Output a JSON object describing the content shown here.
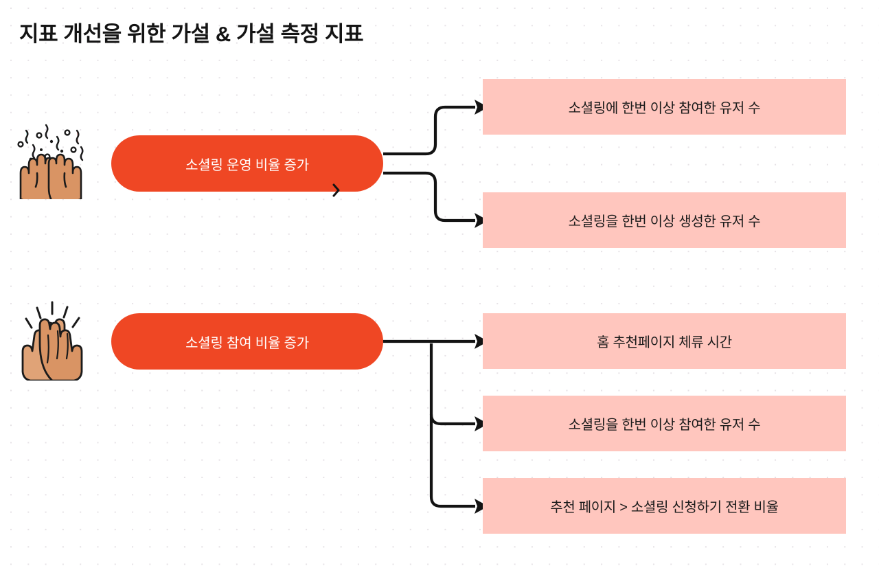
{
  "page": {
    "title": "지표 개선을 위한 가설 & 가설 측정 지표",
    "background_color": "#ffffff",
    "dot_grid_color": "#e6e2e6"
  },
  "colors": {
    "hypothesis_fill": "#ef4724",
    "hypothesis_text": "#ffffff",
    "metric_fill": "#ffc6be",
    "metric_text": "#1b1b1b",
    "connector_stroke": "#131313",
    "title_text": "#141414"
  },
  "groups": [
    {
      "icon": "raising-hands-confetti-emoji",
      "hypothesis": "소셜링 운영 비율 증가",
      "metrics": [
        "소셜링에 한번 이상 참여한 유저 수",
        "소셜링을 한번 이상 생성한 유저 수"
      ]
    },
    {
      "icon": "clapping-high-five-hands-emoji",
      "hypothesis": "소셜링 참여 비율 증가",
      "metrics": [
        "홈 추천페이지 체류 시간",
        "소셜링을 한번 이상 참여한 유저 수",
        "추천 페이지 > 소셜링 신청하기 전환 비율"
      ]
    }
  ],
  "metrics_flat": [
    "소셜링에 한번 이상 참여한 유저 수",
    "소셜링을 한번 이상 생성한 유저 수",
    "홈 추천페이지 체류 시간",
    "소셜링을 한번 이상 참여한 유저 수",
    "추천 페이지 > 소셜링 신청하기 전환 비율"
  ],
  "hypotheses_flat": [
    "소셜링 운영 비율 증가",
    "소셜링 참여 비율 증가"
  ]
}
